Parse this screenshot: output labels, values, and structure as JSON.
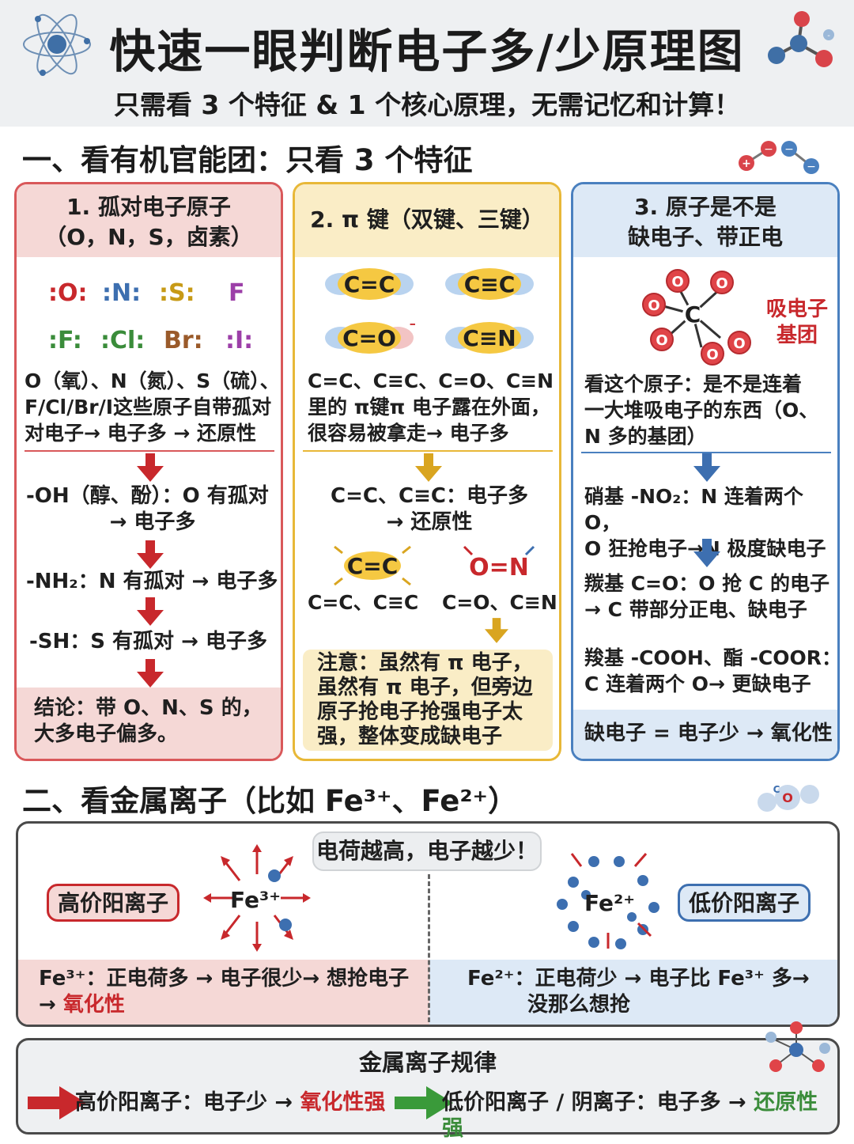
{
  "header": {
    "title": "快速一眼判断电子多/少原理图",
    "subtitle": "只需看 3 个特征 & 1 个核心原理，无需记忆和计算！"
  },
  "section1": {
    "title": "一、看有机官能团：只看 3 个特征",
    "card1": {
      "head_line1": "1. 孤对电子原子",
      "head_line2": "（O，N，S，卤素）",
      "atoms": [
        ":O:",
        ":N:",
        ":S:",
        "F",
        ":F:",
        ":Cl:",
        "Br:",
        ":I:"
      ],
      "desc": [
        "O（氧）、N（氮）、S（硫）、",
        "F/Cl/Br/I这些原子自带孤对",
        "对电子→ 电子多 → 还原性"
      ],
      "oh_line1": "-OH（醇、酚）：O 有孤对",
      "oh_line2": "→ 电子多",
      "nh2": "-NH₂：N 有孤对 → 电子多",
      "sh": "-SH：S 有孤对 → 电子多",
      "conclusion": [
        "结论：带 O、N、S 的，",
        "大多电子偏多。"
      ]
    },
    "card2": {
      "head": "2. π 键（双键、三键）",
      "bonds": [
        "C=C",
        "C≡C",
        "C=O",
        "C≡N"
      ],
      "desc": [
        "C=C、C≡C、C=O、C≡N",
        "里的 π键π 电子露在外面，",
        "很容易被拿走→ 电子多"
      ],
      "mid_line1": "C=C、C≡C：电子多",
      "mid_line2": "→ 还原性",
      "bond_a": "C=C",
      "bond_b": "O=N",
      "caption_a": "C=C、C≡C",
      "caption_b": "C=O、C≡N",
      "note": [
        "注意：虽然有 π 电子，",
        "虽然有 π 电子，但旁边",
        "原子抢电子抢强电子太",
        "强，整体变成缺电子"
      ]
    },
    "card3": {
      "head_line1": "3. 原子是不是",
      "head_line2": "缺电子、带正电",
      "center_atom": "C",
      "o_label": "O",
      "group_label": [
        "吸电子",
        "基团"
      ],
      "desc": [
        "看这个原子：是不是连着",
        "一大堆吸电子的东西（O、",
        "N 多的基团）"
      ],
      "nitro": [
        "硝基 -NO₂：N 连着两个 O，",
        "O 狂抢电子→N 极度缺电子"
      ],
      "carbonyl": [
        "羰基 C=O：O 抢 C 的电子",
        "→ C 带部分正电、缺电子"
      ],
      "carboxyl": [
        "羧基 -COOH、酯 -COOR：",
        "C 连着两个 O→ 更缺电子"
      ],
      "footer": "缺电子 = 电子少 → 氧化性"
    }
  },
  "section2": {
    "title": "二、看金属离子（比如 Fe³⁺、Fe²⁺）",
    "center_label": "电荷越高，电子越少！",
    "high_pill": "高价阳离子",
    "low_pill": "低价阳离子",
    "fe3": "Fe³⁺",
    "fe2": "Fe²⁺",
    "left_desc_line1": "Fe³⁺：正电荷多 → 电子很少→ 想抢电子",
    "left_desc_arrow": "→ ",
    "left_desc_red": "氧化性",
    "right_desc_line1": "Fe²⁺：正电荷少 → 电子比 Fe³⁺ 多→",
    "right_desc_line2": "没那么想抢"
  },
  "rule": {
    "title": "金属离子规律",
    "left_text": "高价阳离子：电子少 → ",
    "left_red": "氧化性强",
    "right_text": "低价阳离子 / 阴离子：电子多 → ",
    "right_green": "还原性强"
  },
  "colors": {
    "red": "#d9585a",
    "yellow": "#e8b838",
    "blue": "#4a80bf",
    "green": "#3a8c3a"
  }
}
